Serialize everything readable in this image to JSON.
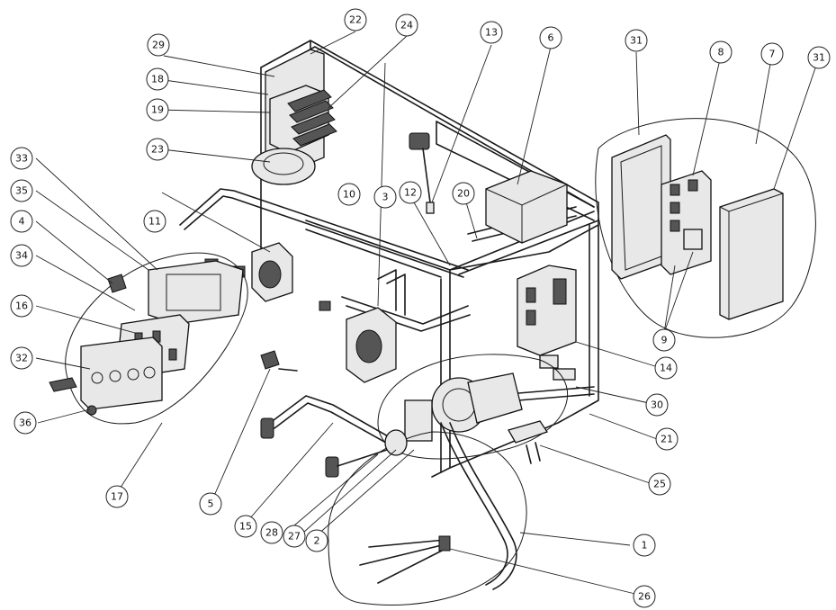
{
  "callouts": [
    {
      "id": "c1",
      "label": "1"
    },
    {
      "id": "c2",
      "label": "2"
    },
    {
      "id": "c3",
      "label": "3"
    },
    {
      "id": "c4",
      "label": "4"
    },
    {
      "id": "c5",
      "label": "5"
    },
    {
      "id": "c6",
      "label": "6"
    },
    {
      "id": "c7",
      "label": "7"
    },
    {
      "id": "c8",
      "label": "8"
    },
    {
      "id": "c9",
      "label": "9"
    },
    {
      "id": "c10",
      "label": "10"
    },
    {
      "id": "c11",
      "label": "11"
    },
    {
      "id": "c12",
      "label": "12"
    },
    {
      "id": "c13",
      "label": "13"
    },
    {
      "id": "c14",
      "label": "14"
    },
    {
      "id": "c15",
      "label": "15"
    },
    {
      "id": "c16",
      "label": "16"
    },
    {
      "id": "c17",
      "label": "17"
    },
    {
      "id": "c18",
      "label": "18"
    },
    {
      "id": "c19",
      "label": "19"
    },
    {
      "id": "c20",
      "label": "20"
    },
    {
      "id": "c21",
      "label": "21"
    },
    {
      "id": "c22",
      "label": "22"
    },
    {
      "id": "c23",
      "label": "23"
    },
    {
      "id": "c24",
      "label": "24"
    },
    {
      "id": "c25",
      "label": "25"
    },
    {
      "id": "c26",
      "label": "26"
    },
    {
      "id": "c27",
      "label": "27"
    },
    {
      "id": "c28",
      "label": "28"
    },
    {
      "id": "c29",
      "label": "29"
    },
    {
      "id": "c30",
      "label": "30"
    },
    {
      "id": "c31a",
      "label": "31"
    },
    {
      "id": "c31b",
      "label": "31"
    },
    {
      "id": "c32",
      "label": "32"
    },
    {
      "id": "c33",
      "label": "33"
    },
    {
      "id": "c34",
      "label": "34"
    },
    {
      "id": "c35",
      "label": "35"
    },
    {
      "id": "c36",
      "label": "36"
    }
  ]
}
